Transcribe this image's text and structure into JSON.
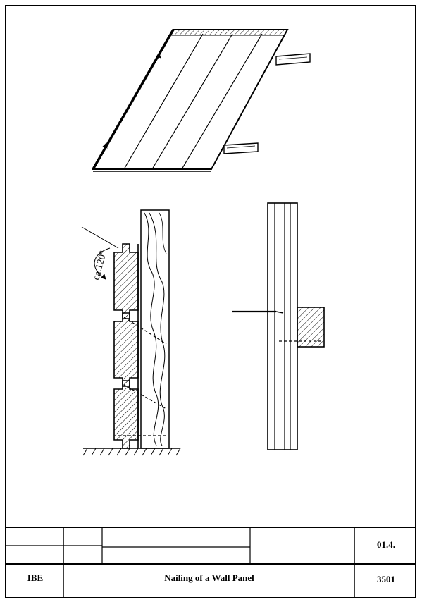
{
  "drawing": {
    "angle_label": "ca.120°"
  },
  "title_block": {
    "organization": "IBE",
    "title": "Nailing of a Wall Panel",
    "section": "01.4.",
    "sheet_number": "3501"
  }
}
